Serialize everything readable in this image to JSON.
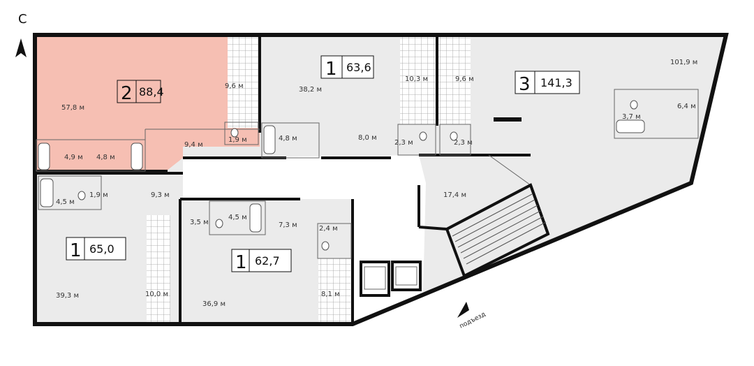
{
  "compass": {
    "north_label": "С"
  },
  "entrance_label": "подъезд",
  "colors": {
    "highlight": "#F6BFB3",
    "floor": "#EBEBEB",
    "wall": "#111111",
    "tile_line": "#9A9A9A"
  },
  "apartments": [
    {
      "id": "apt-2-88",
      "rooms": "2",
      "area": "88,4",
      "highlighted": true
    },
    {
      "id": "apt-1-63",
      "rooms": "1",
      "area": "63,6",
      "highlighted": false
    },
    {
      "id": "apt-3-141",
      "rooms": "3",
      "area": "141,3",
      "highlighted": false
    },
    {
      "id": "apt-1-65",
      "rooms": "1",
      "area": "65,0",
      "highlighted": false
    },
    {
      "id": "apt-1-62",
      "rooms": "1",
      "area": "62,7",
      "highlighted": false
    }
  ],
  "room_areas": [
    "57,8 м",
    "9,6 м",
    "9,4 м",
    "1,9 м",
    "4,9 м",
    "4,8 м",
    "38,2 м",
    "10,3 м",
    "8,0 м",
    "4,8 м",
    "2,3 м",
    "9,6 м",
    "2,3 м",
    "101,9 м",
    "3,7 м",
    "6,4 м",
    "17,4 м",
    "4,5 м",
    "1,9 м",
    "9,3 м",
    "39,3 м",
    "10,0 м",
    "3,5 м",
    "4,5 м",
    "7,3 м",
    "2,4 м",
    "36,9 м",
    "8,1 м"
  ]
}
